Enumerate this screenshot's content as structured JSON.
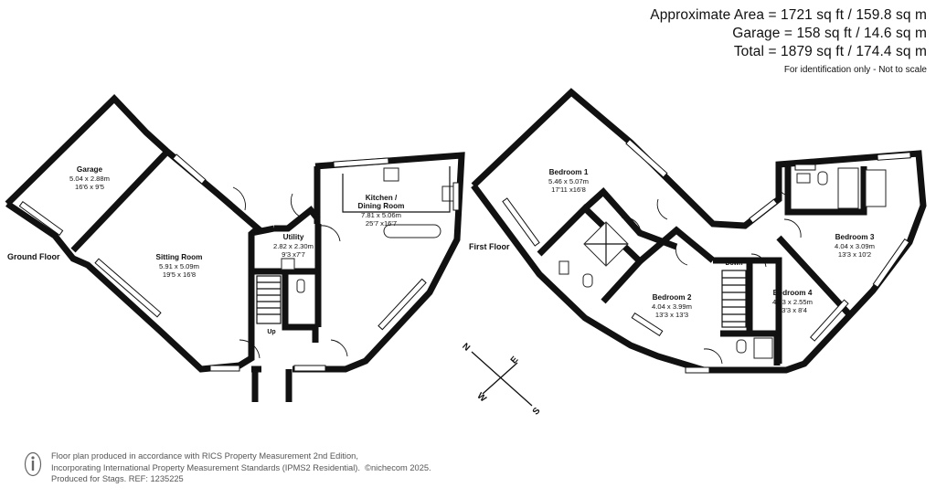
{
  "header": {
    "area_line": "Approximate Area = 1721 sq ft / 159.8 sq m",
    "garage_line": "Garage = 158 sq ft / 14.6 sq m",
    "total_line": "Total = 1879 sq ft / 174.4 sq m",
    "note": "For identification only - Not to scale"
  },
  "floors": {
    "ground": "Ground Floor",
    "first": "First Floor"
  },
  "rooms": {
    "garage": {
      "name": "Garage",
      "metric": "5.04 x 2.88m",
      "imperial": "16'6 x 9'5"
    },
    "sitting": {
      "name": "Sitting Room",
      "metric": "5.91 x 5.09m",
      "imperial": "19'5 x 16'8"
    },
    "utility": {
      "name": "Utility",
      "metric": "2.82 x 2.30m",
      "imperial": "9'3 x7'7"
    },
    "kitchen": {
      "name_line1": "Kitchen /",
      "name_line2": "Dining Room",
      "metric": "7.81 x 5.06m",
      "imperial": "25'7 x16'7"
    },
    "bedroom1": {
      "name": "Bedroom 1",
      "metric": "5.46 x 5.07m",
      "imperial": "17'11 x16'8"
    },
    "bedroom2": {
      "name": "Bedroom 2",
      "metric": "4.04 x 3.99m",
      "imperial": "13'3 x 13'3"
    },
    "bedroom3": {
      "name": "Bedroom 3",
      "metric": "4.04 x 3.09m",
      "imperial": "13'3 x 10'2"
    },
    "bedroom4": {
      "name": "Bedroom 4",
      "metric": "4.03 x 2.55m",
      "imperial": "13'3 x 8'4"
    }
  },
  "stairs": {
    "up": "Up",
    "down": "Down"
  },
  "compass": {
    "n": "N",
    "e": "E",
    "s": "S",
    "w": "W"
  },
  "footer": {
    "line1": "Floor plan produced in accordance with RICS Property Measurement 2nd Edition,",
    "line2": "Incorporating International Property Measurement Standards (IPMS2 Residential).",
    "copyright": "©nichecom 2025.",
    "line3": "Produced for Stags.   REF: 1235225"
  }
}
